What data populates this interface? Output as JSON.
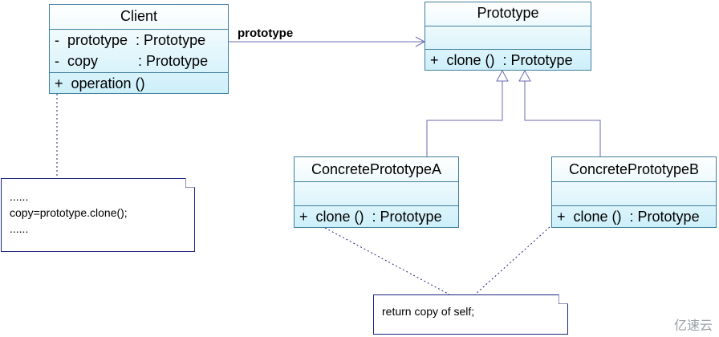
{
  "association_label": "prototype",
  "client": {
    "name": "Client",
    "attributes": [
      "-  prototype  : Prototype",
      "-  copy          : Prototype"
    ],
    "operations": [
      "+  operation ()"
    ]
  },
  "prototype": {
    "name": "Prototype",
    "operations": [
      "+  clone ()  : Prototype"
    ]
  },
  "concrete_a": {
    "name": "ConcretePrototypeA",
    "operations": [
      "+  clone ()  : Prototype"
    ]
  },
  "concrete_b": {
    "name": "ConcretePrototypeB",
    "operations": [
      "+  clone ()  : Prototype"
    ]
  },
  "client_note": {
    "lines": [
      "......",
      "copy=prototype.clone();",
      "......"
    ]
  },
  "concrete_note": {
    "lines": [
      "return copy of self;"
    ]
  },
  "watermark": "亿速云",
  "colors": {
    "class_border": "#3f7f9f",
    "class_fill_top": "#ffffff",
    "class_fill_bottom": "#cdeffa",
    "connector": "#6b6bb3",
    "note_border": "#1a237e"
  }
}
